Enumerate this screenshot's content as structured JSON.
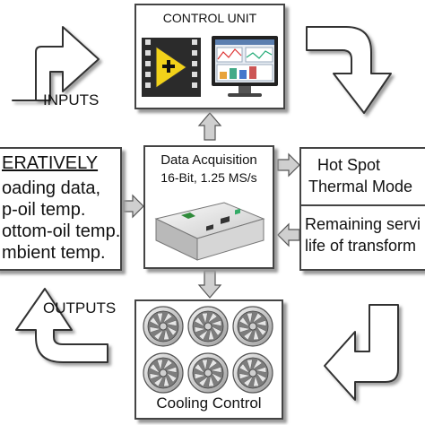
{
  "control_unit": {
    "title": "CONTROL UNIT"
  },
  "inputs_label": "INPUTS",
  "outputs_label": "OUTPUTS",
  "iteratively": {
    "heading": "ERATIVELY",
    "lines": [
      "oading data,",
      "p-oil temp.",
      "ottom-oil temp.",
      "mbient temp."
    ]
  },
  "daq": {
    "title": "Data Acquisition",
    "spec": "16-Bit, 1.25 MS/s"
  },
  "hotspot": {
    "title_lines": [
      "Hot Spot",
      "Thermal Mode"
    ],
    "note_lines": [
      "Remaining servi",
      "life of transform"
    ]
  },
  "cooling": {
    "label": "Cooling Control"
  },
  "colors": {
    "border": "#444444",
    "arrow_fill": "#ffffff",
    "connector": "#c8c8c8"
  }
}
